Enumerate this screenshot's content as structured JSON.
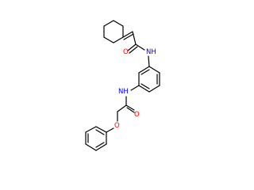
{
  "molecule": {
    "atoms": [
      {
        "id": "nh_top",
        "label": "NH",
        "color": "#0000ff"
      },
      {
        "id": "o_top",
        "label": "O",
        "color": "#ff0000"
      },
      {
        "id": "nh_bottom",
        "label": "NH",
        "color": "#0000ff"
      },
      {
        "id": "o_bottom",
        "label": "O",
        "color": "#ff0000"
      },
      {
        "id": "o_ether",
        "label": "O",
        "color": "#ff0000"
      }
    ],
    "bond_color": "#000000",
    "background": "#ffffff"
  }
}
